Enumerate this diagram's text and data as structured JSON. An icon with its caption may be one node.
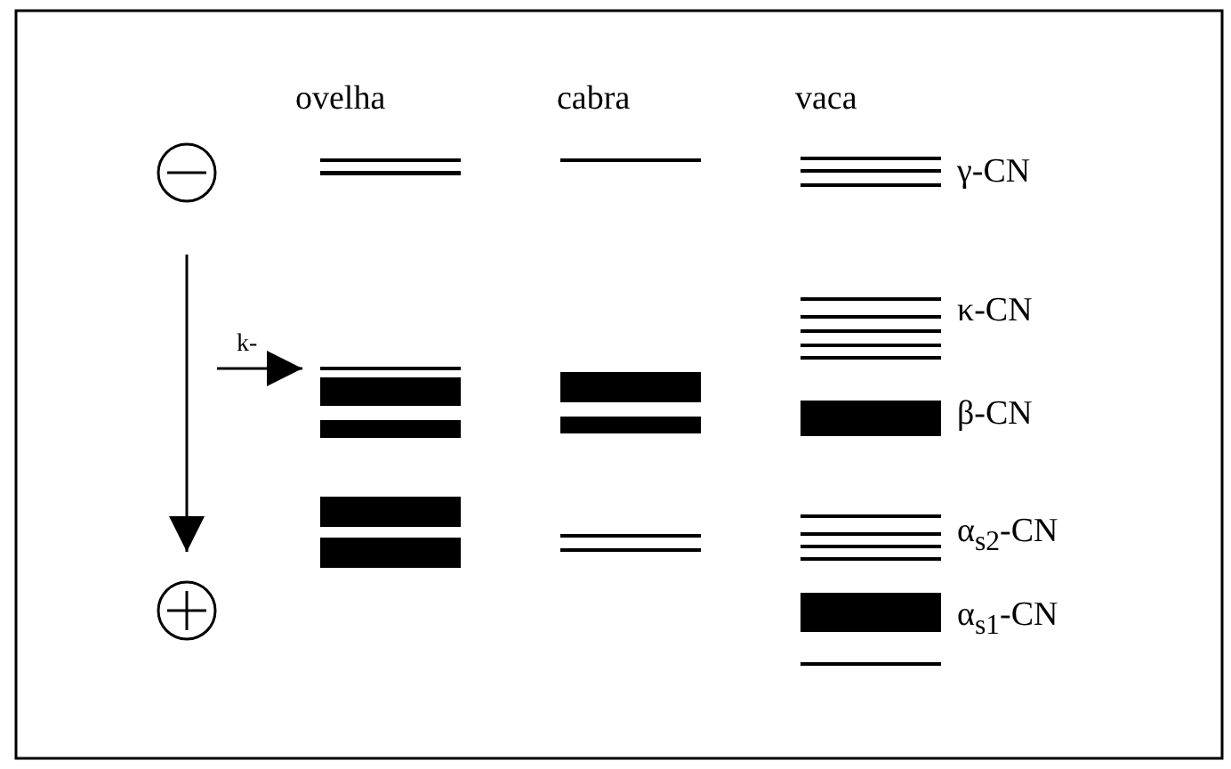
{
  "diagram": {
    "labels": [
      "ovelha",
      "cabra",
      "vaca",
      "γ-CN",
      "k-",
      "κ-CN",
      "β-CN",
      "α$_{s2}$-CN",
      "α$_{s1}$-CN"
    ]
  }
}
